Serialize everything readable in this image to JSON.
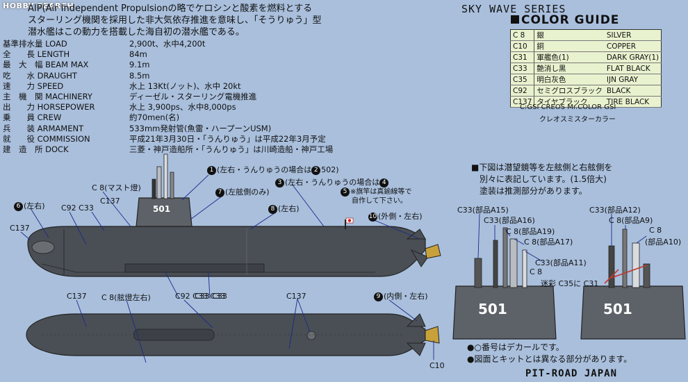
{
  "logo": "HOBBY SEARCH",
  "intro": {
    "lines": [
      "AIP(Air Independent Propulsionの略でケロシンと酸素を燃料とする",
      "スターリング機関を採用した非大気依存推進を意味し、「そうりゅう」型",
      "潜水艦はこの動力を搭載した海自初の潜水艦である。"
    ]
  },
  "specs": [
    {
      "label": "基準排水量 LOAD",
      "value": "2,900t、水中4,200t"
    },
    {
      "label": "全　　長 LENGTH",
      "value": "84m"
    },
    {
      "label": "最　大　幅 BEAM MAX",
      "value": "9.1m"
    },
    {
      "label": "吃　　水 DRAUGHT",
      "value": "8.5m"
    },
    {
      "label": "速　　力 SPEED",
      "value": "水上 13Kt(ノット)、水中 20kt"
    },
    {
      "label": "主　機　関 MACHINERY",
      "value": "ディーゼル・スターリング電機推進"
    },
    {
      "label": "出　　力 HORSEPOWER",
      "value": "水上 3,900ps、水中8,000ps"
    },
    {
      "label": "乗　　員 CREW",
      "value": "約70men(名)"
    },
    {
      "label": "兵　　装 ARMAMENT",
      "value": "533mm発射管(魚雷・ハープーンUSM)"
    },
    {
      "label": "就　　役 COMMISSION",
      "value": "平成21年3月30日・「うんりゅう」は平成22年3月予定"
    },
    {
      "label": "建　造　所 DOCK",
      "value": "三菱・神戸造船所・「うんりゅう」は川崎造船・神戸工場"
    }
  ],
  "series_title": "SKY WAVE SERIES",
  "color_guide": {
    "title": "COLOR GUIDE",
    "rows": [
      {
        "code": "C 8",
        "jp": "銀",
        "en": "SILVER"
      },
      {
        "code": "C10",
        "jp": "銅",
        "en": "COPPER"
      },
      {
        "code": "C31",
        "jp": "軍艦色(1)",
        "en": "DARK GRAY(1)"
      },
      {
        "code": "C33",
        "jp": "艶消し黒",
        "en": "FLAT BLACK"
      },
      {
        "code": "C35",
        "jp": "明白灰色",
        "en": "IJN GRAY"
      },
      {
        "code": "C92",
        "jp": "セミグロスブラック",
        "en": "BLACK"
      },
      {
        "code": "C137",
        "jp": "タイヤブラック",
        "en": "TIRE BLACK"
      }
    ],
    "footnote1": "C:GSI CREOS Mr.COLOR GSI",
    "footnote2": "クレオスミスターカラー"
  },
  "right_note": [
    "■下図は潜望鏡等を左舷側と右舷側を",
    "別々に表記しています。(1.5倍大)",
    "塗装は推測部分があります。"
  ],
  "bottom_note": [
    "●○番号はデカールです。",
    "●図面とキットとは異なる部分があります。"
  ],
  "maker": "PIT-ROAD JAPAN",
  "hull_number": "501",
  "side_view_labels": {
    "d1": "(左右・うんりゅうの場合は",
    "d1b": "502)",
    "d3": "(左右・うんりゅうの場合は",
    "d5": "※旗竿は真鍮線等で",
    "d5b": "自作して下さい。",
    "d7": "(左舷側のみ)",
    "d8": "(左右)",
    "d10": "(外側・左右)",
    "d6": "(左右)",
    "mast": "C 8(マスト燈)",
    "c137a": "C137",
    "c92c33": "C92 C33",
    "c137b": "C137",
    "c33s": "C33  C33"
  },
  "top_view_labels": {
    "c137a": "C137",
    "c8": "C 8(舷燈左右)",
    "c92c33c33": "C92 C33  C33",
    "c137b": "C137",
    "d9": "(内側・左右)",
    "c10": "C10"
  },
  "detail_labels": {
    "a15": "C33(部品A15)",
    "a16": "C33(部品A16)",
    "a19": "C 8(部品A19)",
    "a17": "C 8(部品A17)",
    "a11": "C33(部品A11)",
    "c8": "C 8",
    "camo": "迷彩 C35に C31",
    "a12": "C33(部品A12)",
    "a9": "C 8(部品A9)",
    "c8r": "C 8",
    "a10": "(部品A10)"
  },
  "decal_numbers": [
    "1",
    "2",
    "3",
    "4",
    "5",
    "6",
    "7",
    "8",
    "9",
    "10"
  ],
  "colors": {
    "background": "#a9bfdc",
    "hull": "#4a4f55",
    "sail": "#5d6268",
    "table": "#e9f2cf"
  }
}
